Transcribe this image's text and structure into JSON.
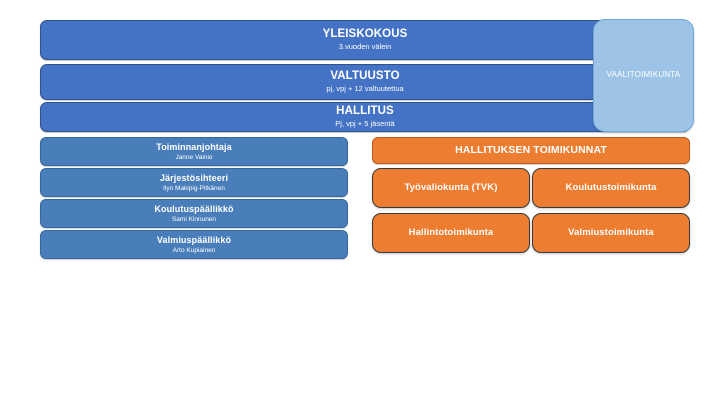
{
  "palette": {
    "blue_bar": "#4472C4",
    "blue_bar_border": "#2F528F",
    "staff_blue": "#4A7EBB",
    "light_blue": "#9DC3E6",
    "orange": "#ED7D31",
    "text_white": "#FFFFFF",
    "background": "#FFFFFF"
  },
  "governance": {
    "bars": [
      {
        "title": "YLEISKOKOUS",
        "subtitle": "3.vuoden välein"
      },
      {
        "title": "VALTUUSTO",
        "subtitle": "pj, vpj + 12 valtuutettua"
      },
      {
        "title": "HALLITUS",
        "subtitle": "Pj, vpj + 5 jäsentä"
      }
    ],
    "election_committee": {
      "title": "VAALITOIMIKUNTA"
    }
  },
  "staff": {
    "roles": [
      {
        "title": "Toiminnanjohtaja",
        "name": "Janne Vainio"
      },
      {
        "title": "Järjestösihteeri",
        "name": "Ilyn Makipig-Pitkänen"
      },
      {
        "title": "Koulutuspäällikkö",
        "name": "Sami Kinnunen"
      },
      {
        "title": "Valmiuspäällikkö",
        "name": "Arto Kupiainen"
      }
    ]
  },
  "committees": {
    "header": "HALLITUKSEN TOIMIKUNNAT",
    "items": [
      {
        "title": "Työvaliokunta (TVK)"
      },
      {
        "title": "Koulutustoimikunta"
      },
      {
        "title": "Hallintotoimikunta"
      },
      {
        "title": "Valmiustoimikunta"
      }
    ]
  }
}
